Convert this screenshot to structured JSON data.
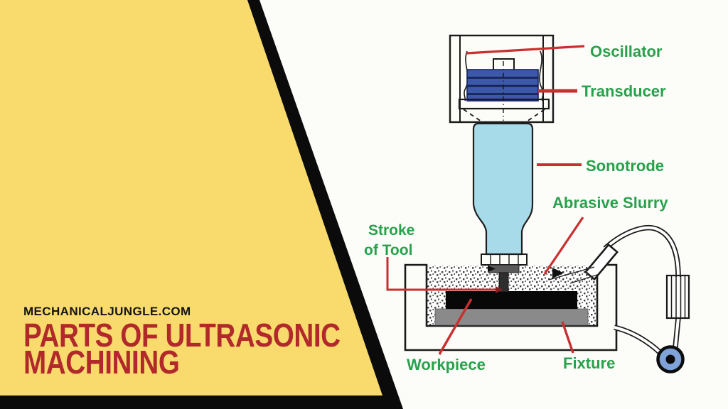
{
  "colors": {
    "bg": "#FCFCF9",
    "black": "#0B0B0B",
    "yellow": "#F8DB6C",
    "title_red": "#B2292C",
    "label_green": "#27A24B",
    "leader_red": "#C8302F",
    "sonotrode_blue": "#A7DBE9",
    "transducer_blue": "#3C59A9",
    "pump_blue": "#7FA3D8",
    "fixture_gray": "#8A8A8A"
  },
  "banner": {
    "site": "MECHANICALJUNGLE.COM",
    "title_line1": "PARTS OF ULTRASONIC",
    "title_line2": "MACHINING"
  },
  "diagram": {
    "labels": {
      "oscillator": "Oscillator",
      "transducer": "Transducer",
      "sonotrode": "Sonotrode",
      "abrasive_slurry": "Abrasive Slurry",
      "stroke_line1": "Stroke",
      "stroke_line2": "of Tool",
      "workpiece": "Workpiece",
      "fixture": "Fixture"
    }
  }
}
